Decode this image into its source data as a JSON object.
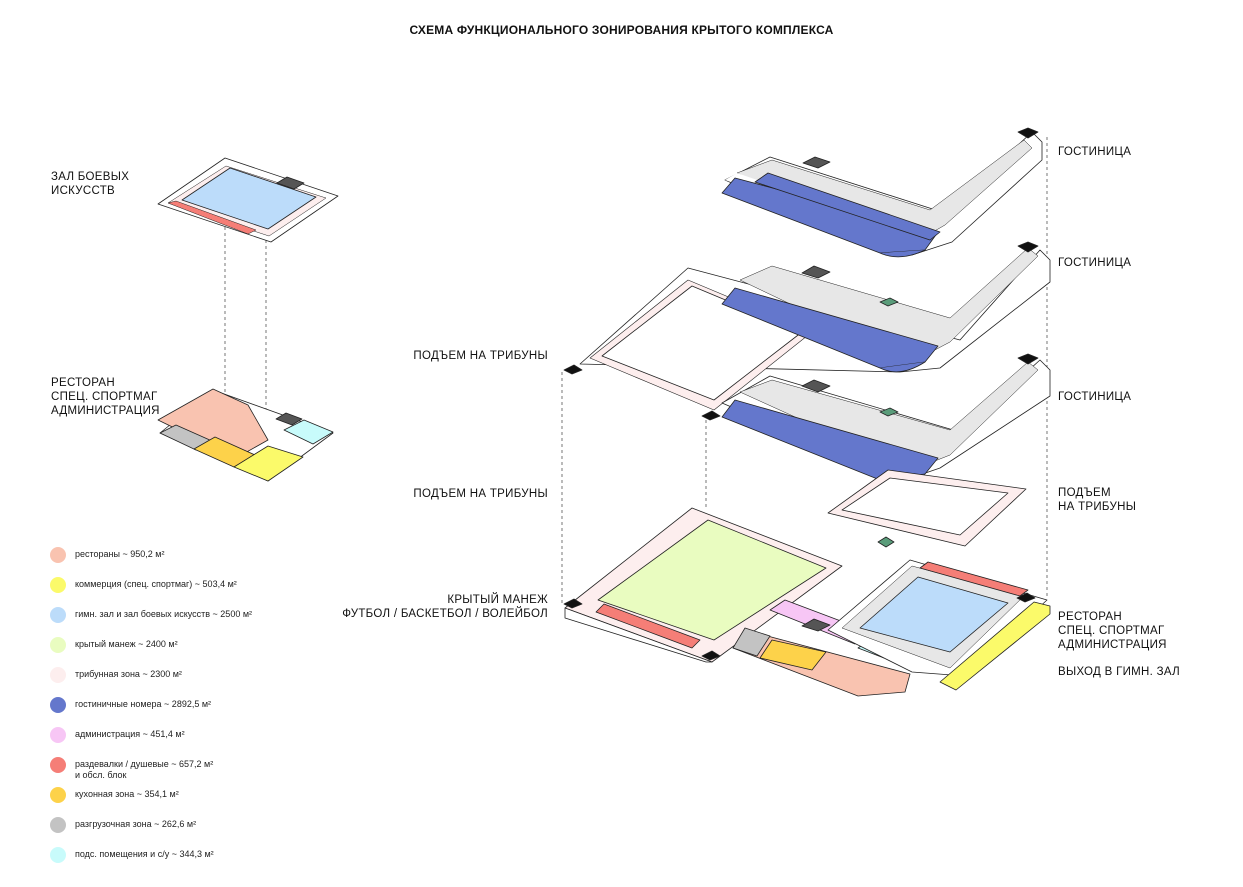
{
  "title": "СХЕМА ФУНКЦИОНАЛЬНОГО ЗОНИРОВАНИЯ КРЫТОГО КОМПЛЕКСА",
  "labels": {
    "martial_arts": [
      "ЗАЛ БОЕВЫХ",
      "ИСКУССТВ"
    ],
    "restaurant_left": [
      "РЕСТОРАН",
      "СПЕЦ. СПОРТМАГ",
      "АДМИНИСТРАЦИЯ"
    ],
    "hotel_1": "ГОСТИНИЦА",
    "hotel_2": "ГОСТИНИЦА",
    "hotel_3": "ГОСТИНИЦА",
    "stands_left_1": "ПОДЪЕМ НА ТРИБУНЫ",
    "stands_left_2": "ПОДЪЕМ НА ТРИБУНЫ",
    "stands_right": [
      "ПОДЪЕМ",
      "НА ТРИБУНЫ"
    ],
    "arena": [
      "КРЫТЫЙ МАНЕЖ",
      "ФУТБОЛ / БАСКЕТБОЛ / ВОЛЕЙБОЛ"
    ],
    "restaurant_right": [
      "РЕСТОРАН",
      "СПЕЦ. СПОРТМАГ",
      "АДМИНИСТРАЦИЯ"
    ],
    "gym_exit": "ВЫХОД В ГИМН. ЗАЛ"
  },
  "legend": [
    {
      "text": "рестораны ~ 950,2 м²",
      "color": "#f9c3b0"
    },
    {
      "text": "коммерция (спец. спортмаг) ~ 503,4 м²",
      "color": "#fbfa6a"
    },
    {
      "text": "гимн. зал и зал боевых искусств ~ 2500 м²",
      "color": "#bcdcfa"
    },
    {
      "text": "крытый манеж ~ 2400 м²",
      "color": "#e9fcc0"
    },
    {
      "text": "трибунная зона ~ 2300 м²",
      "color": "#fdeeee"
    },
    {
      "text": "гостиничные номера ~ 2892,5 м²",
      "color": "#6477cc"
    },
    {
      "text": "администрация ~ 451,4 м²",
      "color": "#f7c6f5"
    },
    {
      "text": "раздевалки / душевые  ~ 657,2 м²",
      "text2": "и обсл. блок",
      "color": "#f57e77"
    },
    {
      "text": "кухонная зона ~ 354,1 м²",
      "color": "#fdd24a"
    },
    {
      "text": "разгрузочная зона ~ 262,6 м²",
      "color": "#c3c3c3"
    },
    {
      "text": "подс. помещения и с/у ~ 344,3 м²",
      "color": "#c8fbfb"
    }
  ]
}
